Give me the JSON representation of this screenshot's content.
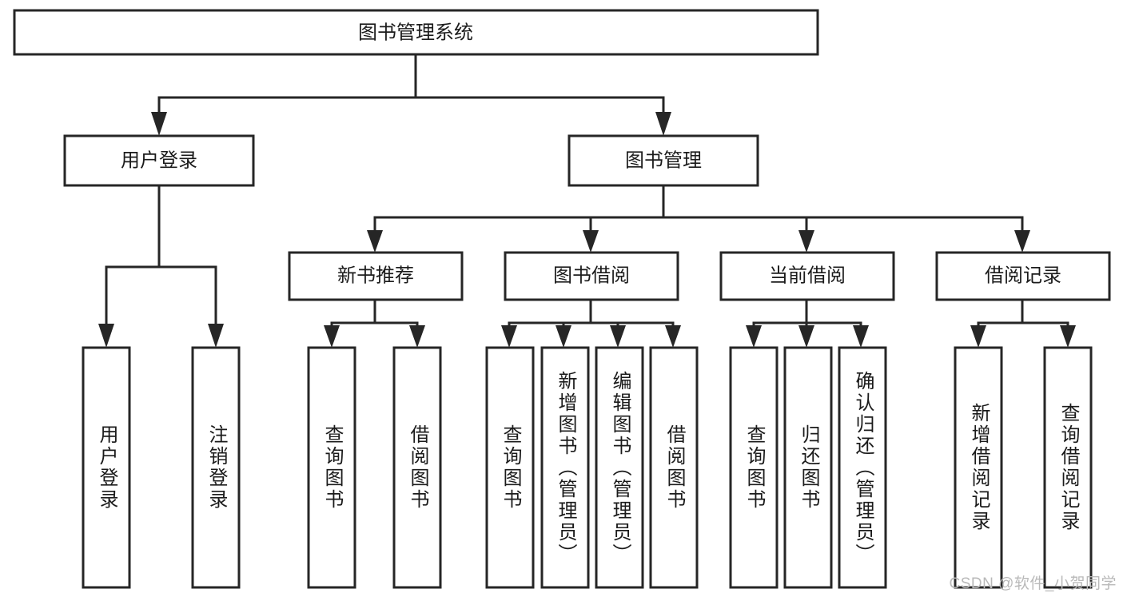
{
  "diagram": {
    "title": "图书管理系统",
    "type": "tree-hierarchy-chart",
    "watermark": "CSDN @软件_小贺同学",
    "colors": {
      "box_stroke": "#262626",
      "box_fill": "#ffffff",
      "connector": "#262626",
      "text": "#1b1b1b",
      "watermark": "#b9b9b9",
      "background": "#ffffff"
    },
    "nodes": {
      "root": {
        "label": "图书管理系统"
      },
      "level2": [
        {
          "id": "user-login",
          "label": "用户登录"
        },
        {
          "id": "book-manage",
          "label": "图书管理"
        }
      ],
      "level3": [
        {
          "id": "new-book-recommend",
          "label": "新书推荐"
        },
        {
          "id": "book-borrow",
          "label": "图书借阅"
        },
        {
          "id": "current-borrow",
          "label": "当前借阅"
        },
        {
          "id": "borrow-record",
          "label": "借阅记录"
        }
      ],
      "leaves": {
        "user-login": [
          {
            "id": "leaf-user-login",
            "label": "用户登录"
          },
          {
            "id": "leaf-logout-login",
            "label": "注销登录"
          }
        ],
        "new-book-recommend": [
          {
            "id": "leaf-query-book-1",
            "label": "查询图书"
          },
          {
            "id": "leaf-borrow-book-1",
            "label": "借阅图书"
          }
        ],
        "book-borrow": [
          {
            "id": "leaf-query-book-2",
            "label": "查询图书"
          },
          {
            "id": "leaf-add-book-admin",
            "label": "新增图书（管理员）"
          },
          {
            "id": "leaf-edit-book-admin",
            "label": "编辑图书（管理员）"
          },
          {
            "id": "leaf-borrow-book-2",
            "label": "借阅图书"
          }
        ],
        "current-borrow": [
          {
            "id": "leaf-query-book-3",
            "label": "查询图书"
          },
          {
            "id": "leaf-return-book",
            "label": "归还图书"
          },
          {
            "id": "leaf-confirm-return-admin",
            "label": "确认归还（管理员）"
          }
        ],
        "borrow-record": [
          {
            "id": "leaf-add-borrow-record",
            "label": "新增借阅记录"
          },
          {
            "id": "leaf-query-borrow-record",
            "label": "查询借阅记录"
          }
        ]
      }
    }
  }
}
